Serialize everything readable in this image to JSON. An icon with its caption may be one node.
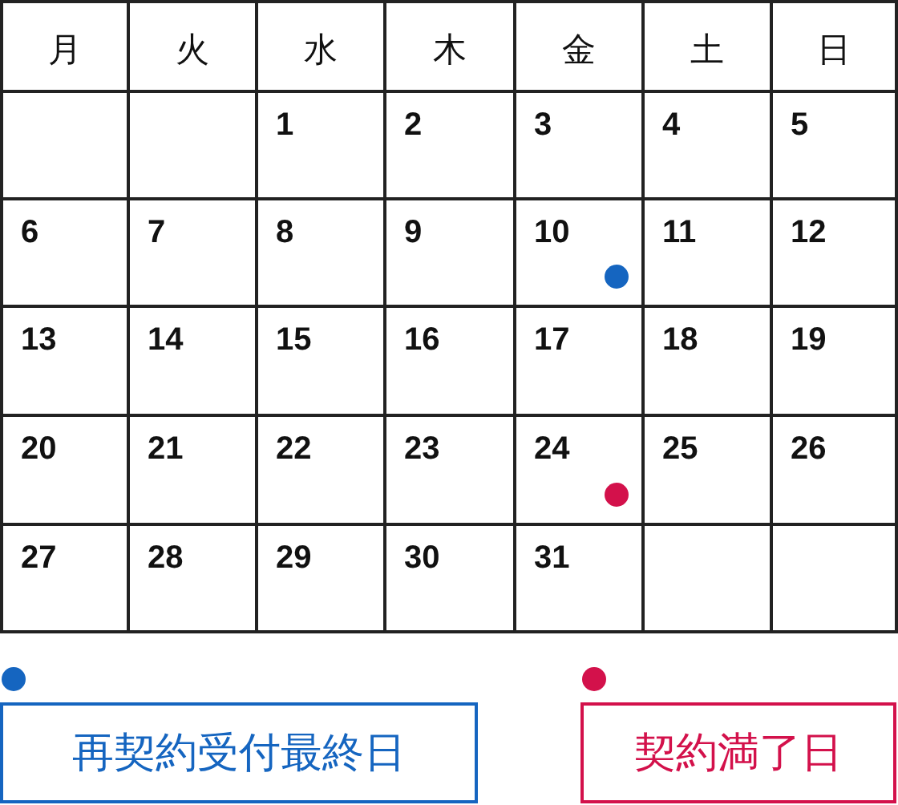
{
  "diagram": {
    "labels": [
      "月",
      "火",
      "水",
      "木",
      "金",
      "土",
      "日",
      "1",
      "2",
      "3",
      "4",
      "5",
      "6",
      "7",
      "8",
      "9",
      "10",
      "11",
      "12",
      "13",
      "14",
      "15",
      "16",
      "17",
      "18",
      "19",
      "20",
      "21",
      "22",
      "23",
      "24",
      "25",
      "26",
      "27",
      "28",
      "29",
      "30",
      "31"
    ],
    "legend": [
      {
        "text": "再契約受付最終日",
        "color": "#1565c0"
      },
      {
        "text": "契約満了日",
        "color": "#d3114b"
      }
    ]
  }
}
